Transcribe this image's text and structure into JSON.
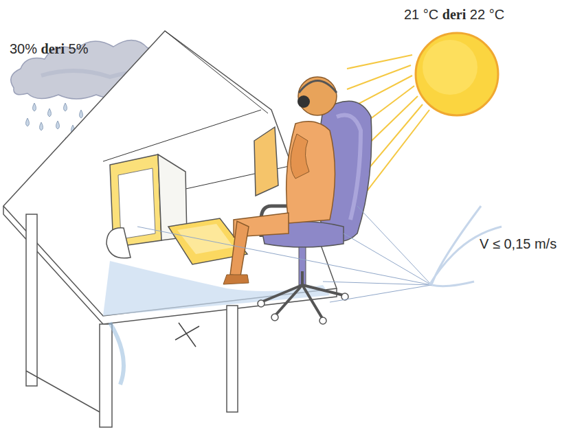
{
  "diagram": {
    "labels": [
      "30% deri 5%",
      "21 °C deri 22 °C",
      "V ≤ 0,15 m/s"
    ]
  }
}
